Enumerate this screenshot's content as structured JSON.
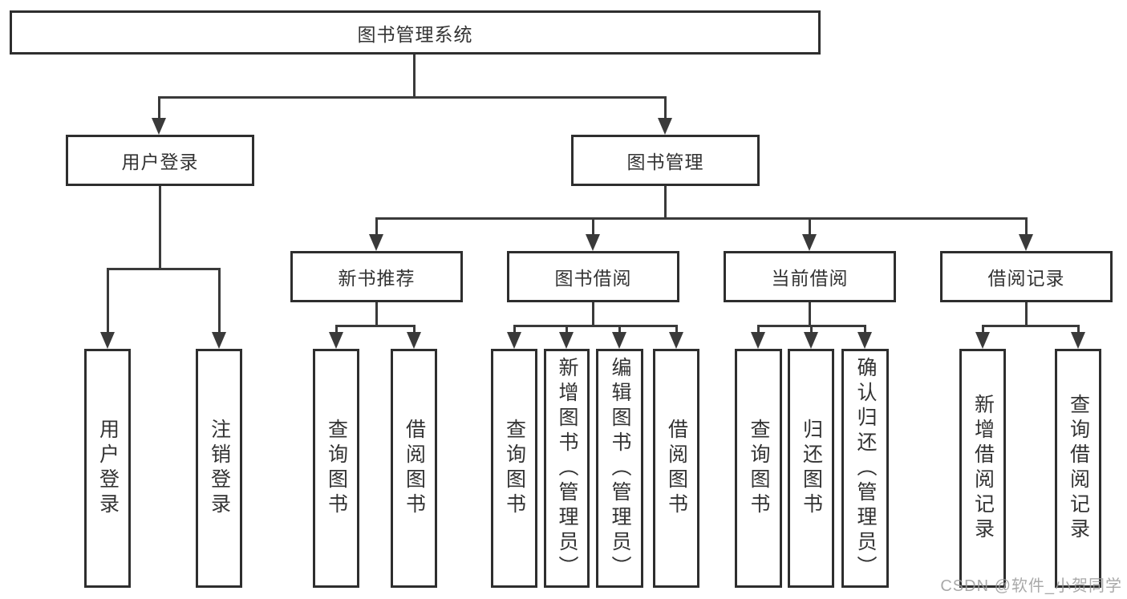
{
  "diagram": {
    "title": "图书管理系统",
    "level2": {
      "user_login": "用户登录",
      "book_mgmt": "图书管理"
    },
    "level3": {
      "new_books": "新书推荐",
      "book_borrow": "图书借阅",
      "current_borrow": "当前借阅",
      "borrow_records": "借阅记录"
    },
    "leaves": {
      "user_login": [
        "用户登录",
        "注销登录"
      ],
      "new_books": [
        "查询图书",
        "借阅图书"
      ],
      "book_borrow": [
        "查询图书",
        "新增图书（管理员）",
        "编辑图书（管理员）",
        "借阅图书"
      ],
      "current_borrow": [
        "查询图书",
        "归还图书",
        "确认归还（管理员）"
      ],
      "borrow_records": [
        "新增借阅记录",
        "查询借阅记录"
      ]
    },
    "watermark": "CSDN @软件_小贺同学",
    "colors": {
      "line": "#3a3a3a",
      "border": "#2e2e2e",
      "text": "#333333",
      "watermark": "#9b9b9b",
      "background": "#ffffff"
    }
  }
}
